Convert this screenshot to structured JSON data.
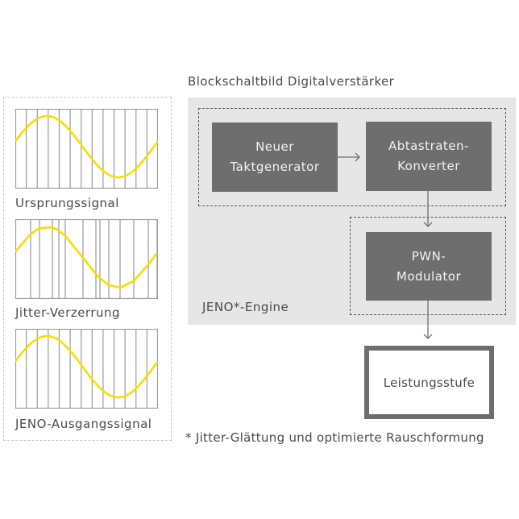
{
  "title": "Blockschaltbild Digitalverstärker",
  "signals": [
    {
      "label": "Ursprungssignal",
      "kind": "original"
    },
    {
      "label": "Jitter-Verzerrung",
      "kind": "jitter"
    },
    {
      "label": "JENO-Ausgangssignal",
      "kind": "output"
    }
  ],
  "blocks": {
    "taktgenerator": {
      "line1": "Neuer",
      "line2": "Taktgenerator"
    },
    "abtastraten": {
      "line1": "Abtastraten-",
      "line2": "Konverter"
    },
    "pwn": {
      "line1": "PWN-",
      "line2": "Modulator"
    },
    "leistungsstufe": {
      "label": "Leistungsstufe"
    }
  },
  "engine_label": "JENO*-Engine",
  "footnote": "* Jitter-Glättung und optimierte Rauschformung",
  "colors": {
    "signal": "#f5e000",
    "grid": "#9a9a9a",
    "block": "#6e6e6e",
    "engine_bg": "#e6e6e6"
  }
}
